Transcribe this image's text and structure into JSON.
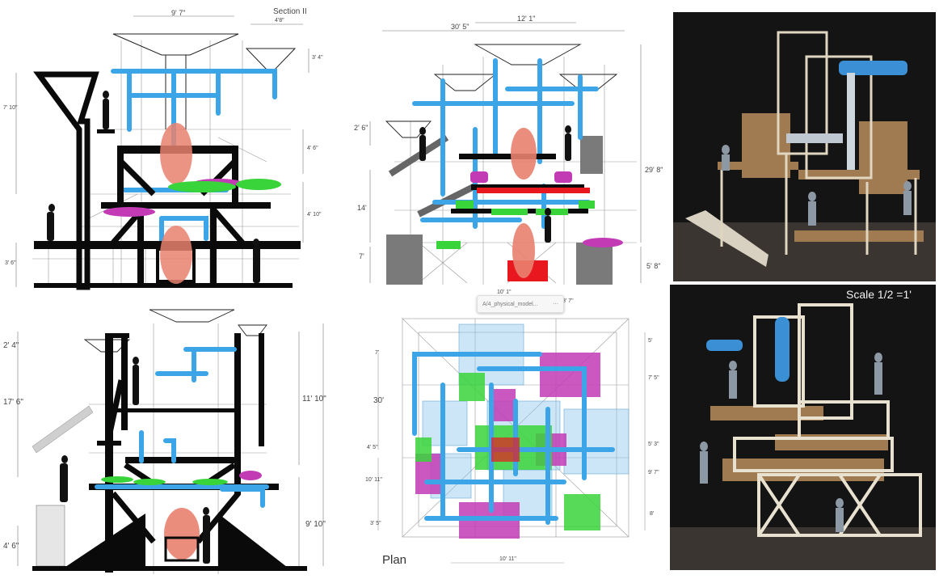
{
  "labels": {
    "section": "Section II",
    "plan": "Plan",
    "scale": "Scale 1/2 =1'",
    "tab_file": "A/4_physical_model..."
  },
  "dims": {
    "tl_top": "9' 7\"",
    "tl_top_right": "4'8\"",
    "tl_right_a": "3' 4\"",
    "tl_right_b": "4' 6\"",
    "tl_right_c": "4' 10\"",
    "tl_left_a": "7' 10\"",
    "tl_left_b": "3' 6\"",
    "tm_top_a": "30' 5\"",
    "tm_top_b": "12' 1\"",
    "tm_left_a": "2' 6\"",
    "tm_left_b": "14'",
    "tm_left_c": "7'",
    "tm_right_a": "29' 8\"",
    "tm_right_b": "5' 8\"",
    "bl_left_a": "2' 4\"",
    "bl_left_b": "17' 6\"",
    "bl_left_c": "4' 6\"",
    "bl_right_a": "11' 10\"",
    "bl_right_b": "9' 10\"",
    "bm_top_a": "10' 1\"",
    "bm_top_b": "8' 7\"",
    "bm_left_a": "30'",
    "bm_left_b": "4' 5\"",
    "bm_left_c": "10' 11\"",
    "bm_left_d": "3' 5\"",
    "bm_left_e": "7'",
    "bm_right_a": "5'",
    "bm_right_b": "7' 5\"",
    "bm_right_c": "5' 3\"",
    "bm_right_d": "9' 7\"",
    "bm_right_e": "8'",
    "bm_bottom": "10' 11\""
  },
  "colors": {
    "duct": "#3ba5e8",
    "pod": "#e9816f",
    "green": "#39d33a",
    "magenta": "#c23bb5",
    "red": "#e8181e",
    "structure": "#0a0a0a",
    "wood": "#b08a5c",
    "photo_bg": "#141414"
  }
}
